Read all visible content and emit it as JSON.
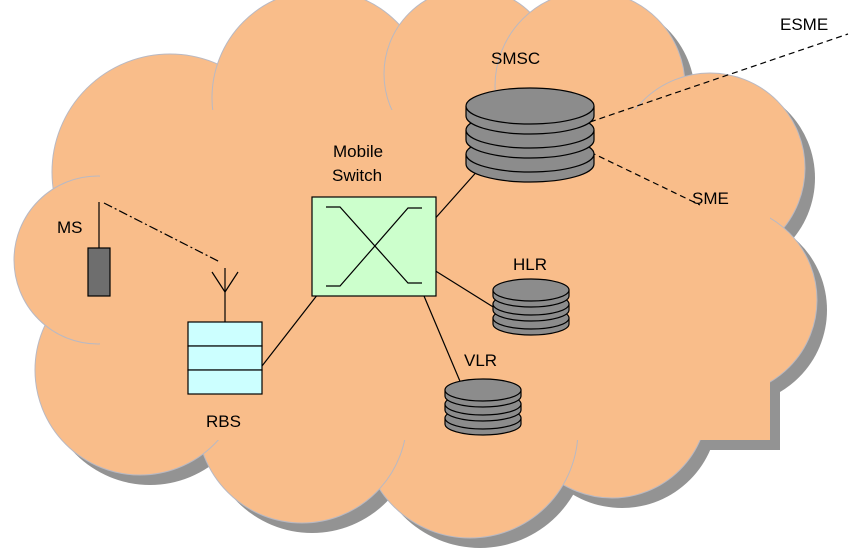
{
  "labels": {
    "esme": "ESME",
    "smsc": "SMSC",
    "mobile_switch_line1": "Mobile",
    "mobile_switch_line2": "Switch",
    "sme": "SME",
    "ms": "MS",
    "hlr": "HLR",
    "vlr": "VLR",
    "rbs": "RBS"
  },
  "colors": {
    "cloud_fill": "#f9bd8a",
    "cloud_shadow": "#939393",
    "cloud_outline": "#b9b9c3",
    "database_fill": "#8c8c8c",
    "switch_fill": "#ccffcc",
    "rbs_fill": "#ccffff",
    "ms_fill": "#6e6e6e",
    "line": "#000000"
  }
}
